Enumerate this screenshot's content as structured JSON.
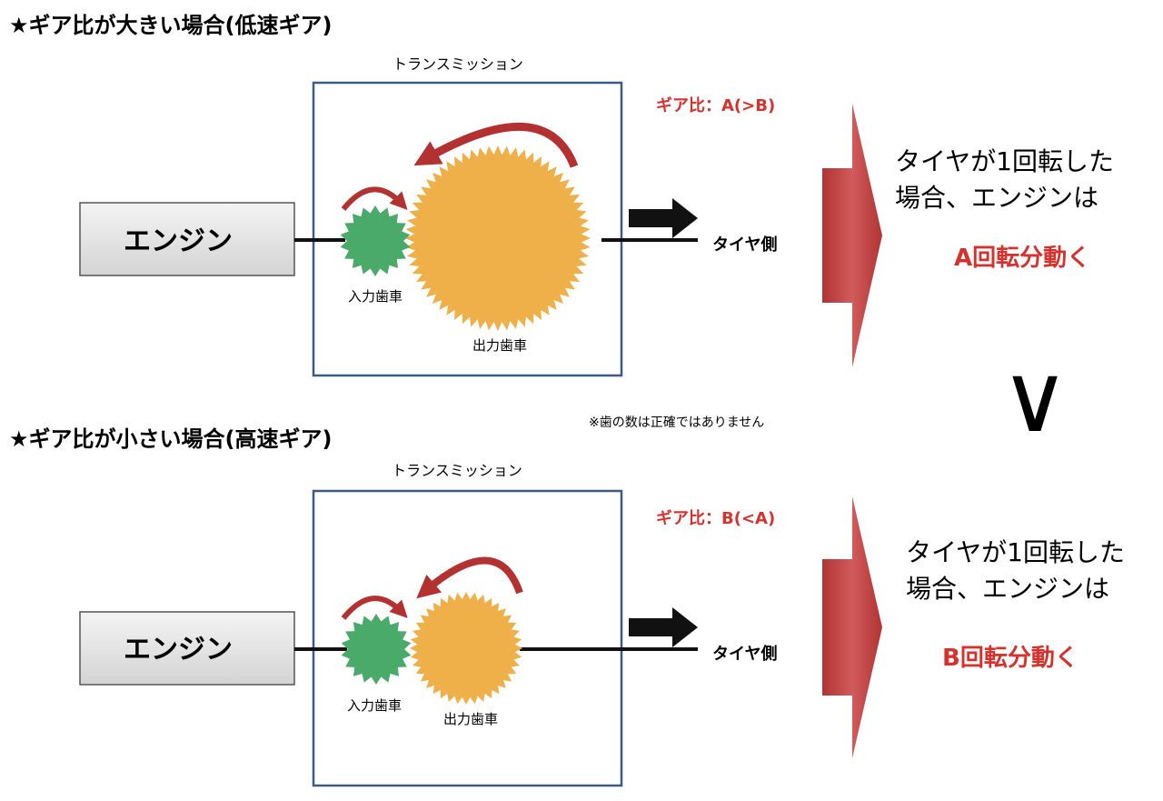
{
  "colors": {
    "accent_red": "#d6312c",
    "arrow_red": "#b53a3a",
    "input_gear": "#4aaa6a",
    "output_gear": "#efb04a",
    "box_border": "#3b5a86",
    "engine_fill": "#e3e3e3"
  },
  "note": "※歯の数は正確ではありません",
  "comparison_symbol": "∨",
  "sections": [
    {
      "heading": "★ギア比が大きい場合(低速ギア)",
      "transmission_label": "トランスミッション",
      "engine_label": "エンジン",
      "input_gear_label": "入力歯車",
      "output_gear_label": "出力歯車",
      "tire_side_label": "タイヤ側",
      "ratio_label": "ギア比：A(>B)",
      "result_line1": "タイヤが1回転した",
      "result_line2": "場合、エンジンは",
      "result_emphasis": "A回転分動く"
    },
    {
      "heading": "★ギア比が小さい場合(高速ギア)",
      "transmission_label": "トランスミッション",
      "engine_label": "エンジン",
      "input_gear_label": "入力歯車",
      "output_gear_label": "出力歯車",
      "tire_side_label": "タイヤ側",
      "ratio_label": "ギア比：B(<A)",
      "result_line1": "タイヤが1回転した",
      "result_line2": "場合、エンジンは",
      "result_emphasis": "B回転分動く"
    }
  ]
}
